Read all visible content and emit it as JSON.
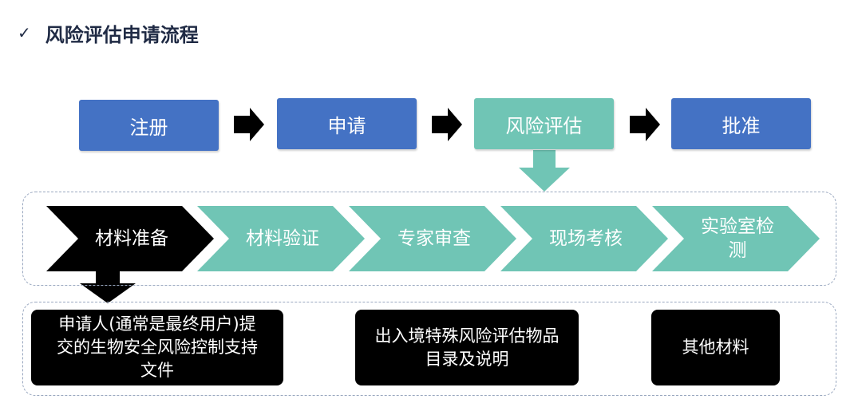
{
  "title": "风险评估申请流程",
  "colors": {
    "blue": "#4472c4",
    "teal": "#70c5b5",
    "black": "#000000",
    "title": "#1f2a44"
  },
  "steps": [
    {
      "label": "注册"
    },
    {
      "label": "申请"
    },
    {
      "label": "风险评估"
    },
    {
      "label": "批准"
    }
  ],
  "substeps": [
    {
      "label": "材料准备"
    },
    {
      "label": "材料验证"
    },
    {
      "label": "专家审查"
    },
    {
      "label": "现场考核"
    },
    {
      "label": "实验室检\n测"
    }
  ],
  "materials": [
    {
      "text": "申请人(通常是最终用户)提\n交的生物安全风险控制支持\n文件"
    },
    {
      "text": "出入境特殊风险评估物品\n目录及说明"
    },
    {
      "text": "其他材料"
    }
  ]
}
